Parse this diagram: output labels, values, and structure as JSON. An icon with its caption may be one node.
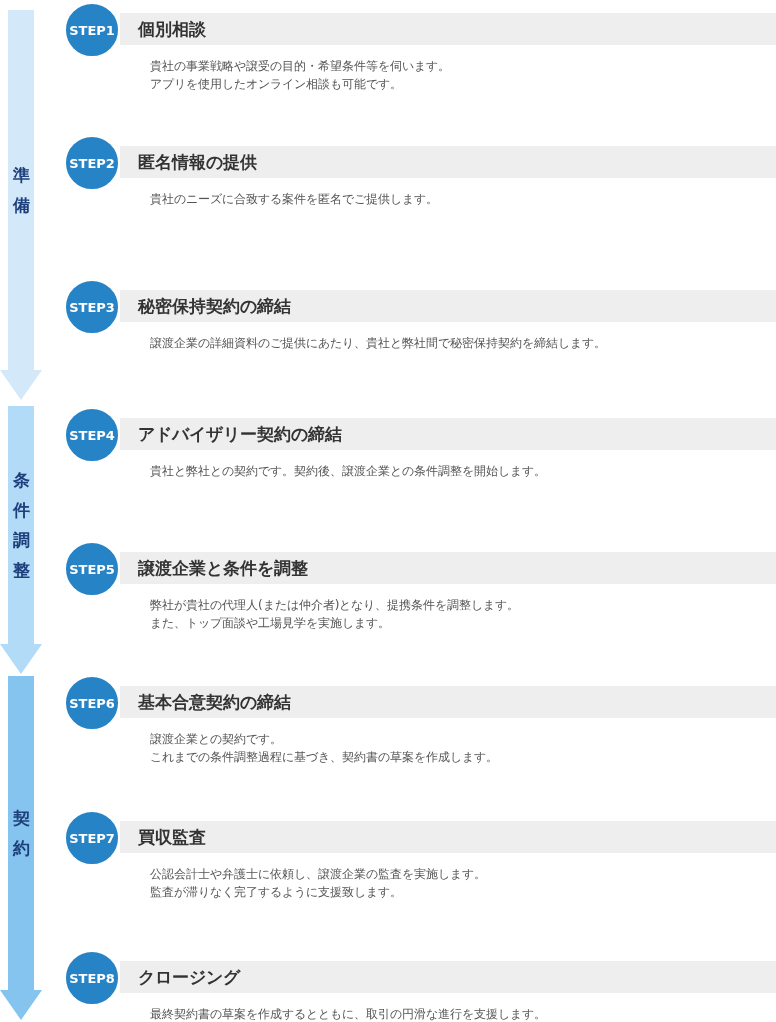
{
  "diagram": {
    "nodes": [
      {
        "text": [
          "準備"
        ]
      },
      {
        "text": [
          "STEP1"
        ]
      },
      {
        "text": [
          "個別相談"
        ],
        "beside": [
          "貴社の事業戦略や譲受の目的・希望条件等を伺います。",
          "アプリを使用したオンライン相談も可能です。"
        ]
      },
      {
        "text": [
          "STEP2"
        ]
      },
      {
        "text": [
          "匿名情報の提供"
        ],
        "beside": [
          "貴社のニーズに合致する案件を匿名でご提供します。"
        ]
      },
      {
        "text": [
          "STEP3"
        ]
      },
      {
        "text": [
          "秘密保持契約の締結"
        ],
        "beside": [
          "譲渡企業の詳細資料のご提供にあたり、貴社と弊社間で秘密保持契約を締結します。"
        ]
      },
      {
        "text": [
          "条件調整"
        ]
      },
      {
        "text": [
          "STEP4"
        ]
      },
      {
        "text": [
          "アドバイザリー契約の締結"
        ],
        "beside": [
          "貴社と弊社との契約です。契約後、譲渡企業との条件調整を開始します。"
        ]
      },
      {
        "text": [
          "STEP5"
        ]
      },
      {
        "text": [
          "譲渡企業と条件を調整"
        ],
        "beside": [
          "弊社が貴社の代理人(または仲介者)となり、提携条件を調整します。",
          "また、トップ面談や工場見学を実施します。"
        ]
      },
      {
        "text": [
          "契約"
        ]
      },
      {
        "text": [
          "STEP6"
        ]
      },
      {
        "text": [
          "基本合意契約の締結"
        ],
        "beside": [
          "譲渡企業との契約です。",
          "これまでの条件調整過程に基づき、契約書の草案を作成します。"
        ]
      },
      {
        "text": [
          "STEP7"
        ]
      },
      {
        "text": [
          "買収監査"
        ],
        "beside": [
          "公認会計士や弁護士に依頼し、譲渡企業の監査を実施します。",
          "監査が滞りなく完了するように支援致します。"
        ]
      },
      {
        "text": [
          "STEP8"
        ]
      },
      {
        "text": [
          "クロージング"
        ],
        "beside": [
          "最終契約書の草案を作成するとともに、取引の円滑な進行を支援します。"
        ]
      }
    ]
  }
}
